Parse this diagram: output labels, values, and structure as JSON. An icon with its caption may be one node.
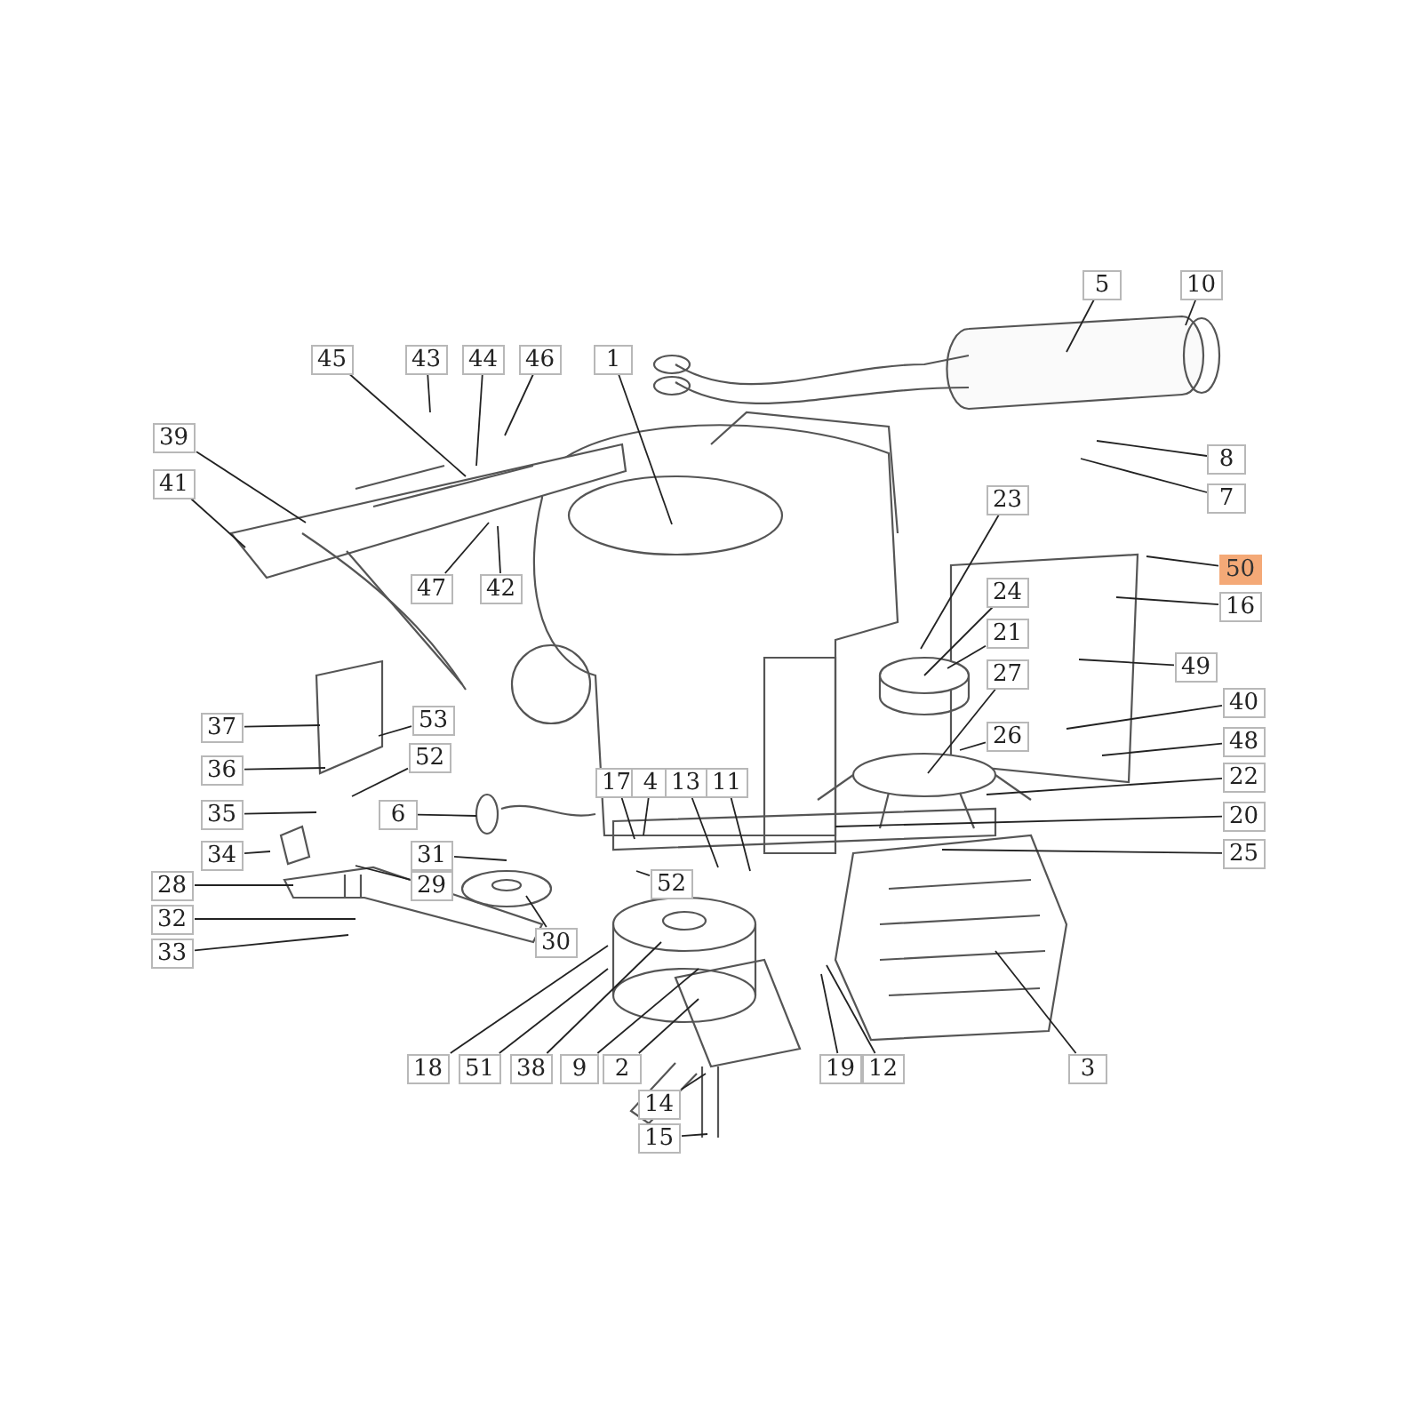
{
  "diagram": {
    "nodes": [
      {
        "text": [
          "5"
        ]
      },
      {
        "text": [
          "10"
        ]
      },
      {
        "text": [
          "45"
        ]
      },
      {
        "text": [
          "43"
        ]
      },
      {
        "text": [
          "44"
        ]
      },
      {
        "text": [
          "46"
        ]
      },
      {
        "text": [
          "1"
        ]
      },
      {
        "text": [
          "39"
        ]
      },
      {
        "text": [
          "8"
        ]
      },
      {
        "text": [
          "41"
        ]
      },
      {
        "text": [
          "7"
        ]
      },
      {
        "text": [
          "23"
        ]
      },
      {
        "text": [
          "50"
        ]
      },
      {
        "text": [
          "47"
        ]
      },
      {
        "text": [
          "42"
        ]
      },
      {
        "text": [
          "16"
        ]
      },
      {
        "text": [
          "24"
        ]
      },
      {
        "text": [
          "21"
        ]
      },
      {
        "text": [
          "49"
        ]
      },
      {
        "text": [
          "27"
        ]
      },
      {
        "text": [
          "40"
        ]
      },
      {
        "text": [
          "37"
        ]
      },
      {
        "text": [
          "53"
        ]
      },
      {
        "text": [
          "48"
        ]
      },
      {
        "text": [
          "26"
        ]
      },
      {
        "text": [
          "36"
        ]
      },
      {
        "text": [
          "52"
        ]
      },
      {
        "text": [
          "22"
        ]
      },
      {
        "text": [
          "17"
        ]
      },
      {
        "text": [
          "4"
        ]
      },
      {
        "text": [
          "13"
        ]
      },
      {
        "text": [
          "11"
        ]
      },
      {
        "text": [
          "35"
        ]
      },
      {
        "text": [
          "6"
        ]
      },
      {
        "text": [
          "20"
        ]
      },
      {
        "text": [
          "25"
        ]
      },
      {
        "text": [
          "31"
        ]
      },
      {
        "text": [
          "34"
        ]
      },
      {
        "text": [
          "52"
        ]
      },
      {
        "text": [
          "29"
        ]
      },
      {
        "text": [
          "28"
        ]
      },
      {
        "text": [
          "32"
        ]
      },
      {
        "text": [
          "30"
        ]
      },
      {
        "text": [
          "33"
        ]
      },
      {
        "text": [
          "18"
        ]
      },
      {
        "text": [
          "51"
        ]
      },
      {
        "text": [
          "38"
        ]
      },
      {
        "text": [
          "9"
        ]
      },
      {
        "text": [
          "2"
        ]
      },
      {
        "text": [
          "19"
        ]
      },
      {
        "text": [
          "12"
        ]
      },
      {
        "text": [
          "3"
        ]
      },
      {
        "text": [
          "14"
        ]
      },
      {
        "text": [
          "15"
        ]
      }
    ],
    "edges": [
      {
        "from": 0,
        "to": null,
        "arrow": "none"
      },
      {
        "from": 1,
        "to": null,
        "arrow": "none"
      },
      {
        "from": 2,
        "to": null,
        "arrow": "none"
      },
      {
        "from": 3,
        "to": null,
        "arrow": "none"
      },
      {
        "from": 4,
        "to": null,
        "arrow": "none"
      },
      {
        "from": 5,
        "to": null,
        "arrow": "none"
      },
      {
        "from": 6,
        "to": null,
        "arrow": "none"
      },
      {
        "from": 7,
        "to": null,
        "arrow": "none"
      },
      {
        "from": 8,
        "to": null,
        "arrow": "none"
      },
      {
        "from": 9,
        "to": null,
        "arrow": "none"
      },
      {
        "from": 10,
        "to": null,
        "arrow": "none"
      },
      {
        "from": 11,
        "to": null,
        "arrow": "none"
      },
      {
        "from": 12,
        "to": null,
        "arrow": "none"
      },
      {
        "from": 13,
        "to": null,
        "arrow": "none"
      },
      {
        "from": 14,
        "to": null,
        "arrow": "none"
      },
      {
        "from": 15,
        "to": null,
        "arrow": "none"
      },
      {
        "from": 16,
        "to": null,
        "arrow": "none"
      },
      {
        "from": 17,
        "to": null,
        "arrow": "none"
      },
      {
        "from": 18,
        "to": null,
        "arrow": "none"
      },
      {
        "from": 19,
        "to": null,
        "arrow": "none"
      },
      {
        "from": 20,
        "to": null,
        "arrow": "none"
      },
      {
        "from": 21,
        "to": null,
        "arrow": "none"
      },
      {
        "from": 22,
        "to": null,
        "arrow": "none"
      },
      {
        "from": 23,
        "to": null,
        "arrow": "none"
      },
      {
        "from": 24,
        "to": null,
        "arrow": "none"
      },
      {
        "from": 25,
        "to": null,
        "arrow": "none"
      },
      {
        "from": 26,
        "to": null,
        "arrow": "none"
      },
      {
        "from": 27,
        "to": null,
        "arrow": "none"
      },
      {
        "from": 28,
        "to": null,
        "arrow": "none"
      },
      {
        "from": 29,
        "to": null,
        "arrow": "none"
      },
      {
        "from": 30,
        "to": null,
        "arrow": "none"
      },
      {
        "from": 31,
        "to": null,
        "arrow": "none"
      },
      {
        "from": 32,
        "to": null,
        "arrow": "none"
      },
      {
        "from": 33,
        "to": null,
        "arrow": "none"
      },
      {
        "from": 34,
        "to": null,
        "arrow": "none"
      },
      {
        "from": 35,
        "to": null,
        "arrow": "none"
      },
      {
        "from": 36,
        "to": null,
        "arrow": "none"
      },
      {
        "from": 37,
        "to": null,
        "arrow": "none"
      },
      {
        "from": 38,
        "to": null,
        "arrow": "none"
      },
      {
        "from": 39,
        "to": null,
        "arrow": "none"
      },
      {
        "from": 40,
        "to": null,
        "arrow": "none"
      },
      {
        "from": 41,
        "to": null,
        "arrow": "none"
      },
      {
        "from": 42,
        "to": null,
        "arrow": "none"
      },
      {
        "from": 43,
        "to": null,
        "arrow": "none"
      },
      {
        "from": 44,
        "to": null,
        "arrow": "none"
      },
      {
        "from": 45,
        "to": null,
        "arrow": "none"
      },
      {
        "from": 46,
        "to": null,
        "arrow": "none"
      },
      {
        "from": 47,
        "to": null,
        "arrow": "none"
      },
      {
        "from": 48,
        "to": null,
        "arrow": "none"
      },
      {
        "from": 49,
        "to": null,
        "arrow": "none"
      },
      {
        "from": 50,
        "to": null,
        "arrow": "none"
      },
      {
        "from": 51,
        "to": null,
        "arrow": "none"
      },
      {
        "from": 52,
        "to": null,
        "arrow": "none"
      },
      {
        "from": 53,
        "to": null,
        "arrow": "none"
      }
    ]
  }
}
